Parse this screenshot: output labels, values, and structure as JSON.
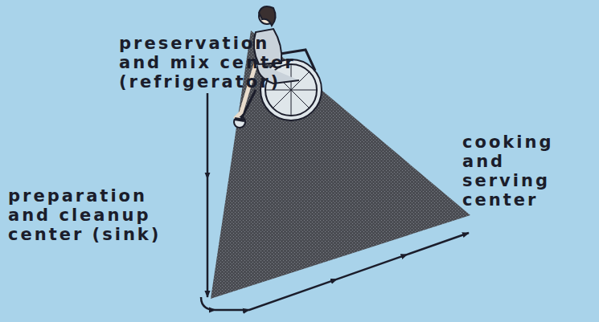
{
  "diagram": {
    "nodes": [
      {
        "text": [
          "preservation and mix center (refrigerator)"
        ]
      },
      {
        "text": [
          "preparation and cleanup center (sink)"
        ]
      },
      {
        "text": [
          "cooking and serving center"
        ]
      }
    ],
    "edges": [
      {
        "from": 0,
        "to": 1,
        "arrow": "to"
      },
      {
        "from": 1,
        "to": 2,
        "arrow": "to"
      }
    ]
  }
}
